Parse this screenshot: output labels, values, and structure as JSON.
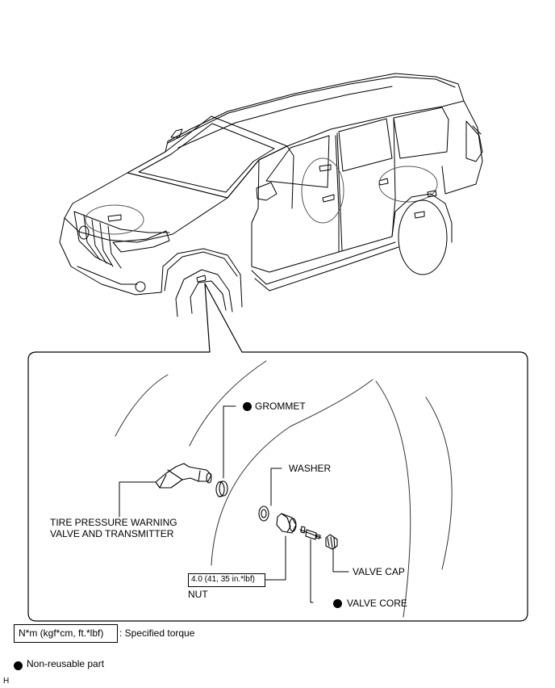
{
  "callouts": {
    "grommet": "GROMMET",
    "washer": "WASHER",
    "transmitter_line1": "TIRE PRESSURE WARNING",
    "transmitter_line2": "VALVE AND TRANSMITTER",
    "torque_value": "4.0 (41, 35 in.*lbf)",
    "nut": "NUT",
    "valve_cap": "VALVE CAP",
    "valve_core": "VALVE CORE"
  },
  "legend": {
    "torque_units": "N*m (kgf*cm, ft.*lbf)",
    "torque_meaning": ": Specified torque",
    "non_reusable": "Non-reusable part"
  },
  "corner_mark": "H",
  "non_reusable_parts": [
    "GROMMET",
    "VALVE CORE"
  ],
  "colors": {
    "line": "#000000",
    "light_line": "#555555",
    "background": "#ffffff"
  }
}
